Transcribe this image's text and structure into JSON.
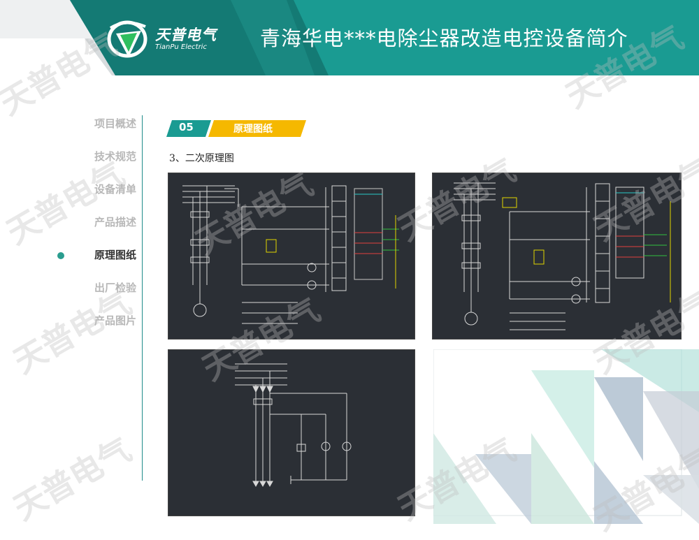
{
  "header": {
    "logo_text": "天普电气",
    "logo_sub": "TianPu Electric",
    "title": "青海华电***电除尘器改造电控设备简介"
  },
  "sidebar": {
    "items": [
      {
        "label": "项目概述",
        "active": false
      },
      {
        "label": "技术规范",
        "active": false
      },
      {
        "label": "设备清单",
        "active": false
      },
      {
        "label": "产品描述",
        "active": false
      },
      {
        "label": "原理图纸",
        "active": true
      },
      {
        "label": "出厂检验",
        "active": false
      },
      {
        "label": "产品图片",
        "active": false
      }
    ]
  },
  "section": {
    "number": "05",
    "label": "原理图纸",
    "sub_heading": "3、二次原理图"
  },
  "watermark_text": "天普电气",
  "colors": {
    "teal": "#1a9b92",
    "teal_dark": "#147a74",
    "yellow": "#f5b800",
    "panel_bg": "#2b2f35"
  }
}
